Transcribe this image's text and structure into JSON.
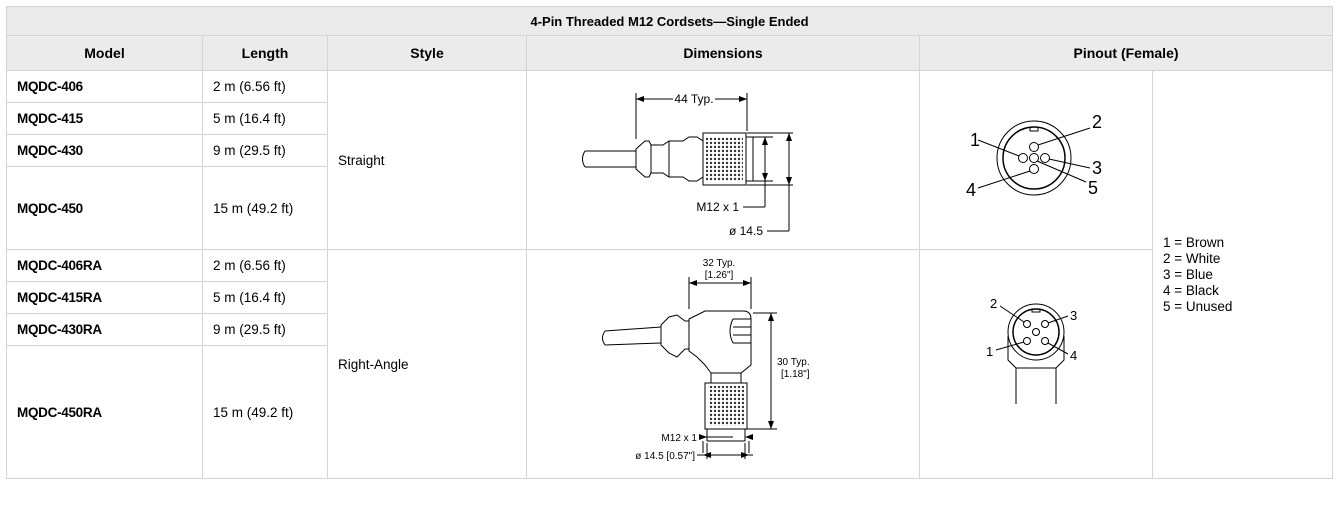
{
  "table": {
    "title": "4-Pin Threaded M12 Cordsets—Single Ended",
    "headers": {
      "model": "Model",
      "length": "Length",
      "style": "Style",
      "dimensions": "Dimensions",
      "pinout": "Pinout (Female)"
    },
    "groups": [
      {
        "style": "Straight",
        "rows": [
          {
            "model": "MQDC-406",
            "length": "2 m (6.56 ft)"
          },
          {
            "model": "MQDC-415",
            "length": "5 m (16.4 ft)"
          },
          {
            "model": "MQDC-430",
            "length": "9 m (29.5 ft)"
          },
          {
            "model": "MQDC-450",
            "length": "15 m (49.2 ft)"
          }
        ],
        "dimension_labels": {
          "length": "44 Typ.",
          "thread": "M12 x 1",
          "diameter": "ø 14.5"
        },
        "pin_labels": [
          "1",
          "2",
          "3",
          "4",
          "5"
        ]
      },
      {
        "style": "Right-Angle",
        "rows": [
          {
            "model": "MQDC-406RA",
            "length": "2 m (6.56 ft)"
          },
          {
            "model": "MQDC-415RA",
            "length": "5 m (16.4 ft)"
          },
          {
            "model": "MQDC-430RA",
            "length": "9 m (29.5 ft)"
          },
          {
            "model": "MQDC-450RA",
            "length": "15 m (49.2 ft)"
          }
        ],
        "dimension_labels": {
          "width": "32 Typ.",
          "width_in": "[1.26\"]",
          "height": "30 Typ.",
          "height_in": "[1.18\"]",
          "thread": "M12 x 1",
          "diameter": "ø 14.5 [0.57\"]"
        },
        "pin_labels": [
          "1",
          "2",
          "3",
          "4"
        ]
      }
    ],
    "wire_colors": [
      "1 = Brown",
      "2 = White",
      "3 = Blue",
      "4 = Black",
      "5 = Unused"
    ]
  }
}
